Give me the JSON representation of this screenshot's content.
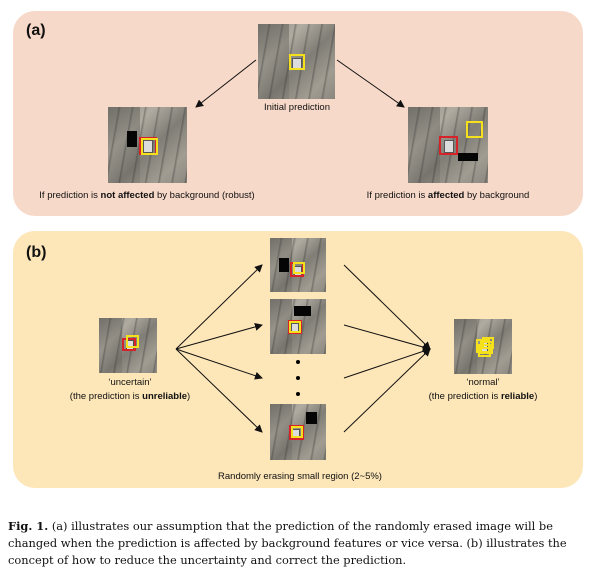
{
  "panel_a": {
    "letter": "(a)",
    "initial_label": "Initial prediction",
    "left_label_pre": "If prediction is ",
    "left_label_bold": "not affected",
    "left_label_post": " by background (robust)",
    "right_label_pre": "If prediction is ",
    "right_label_bold": "affected",
    "right_label_post": " by background"
  },
  "panel_b": {
    "letter": "(b)",
    "uncertain_label": "‘uncertain’",
    "uncertain_sub_pre": "(the prediction is ",
    "uncertain_sub_bold": "unreliable",
    "uncertain_sub_post": ")",
    "normal_label": "‘normal’",
    "normal_sub_pre": "(the prediction is ",
    "normal_sub_bold": "reliable",
    "normal_sub_post": ")",
    "erase_label": "Randomly erasing small region (2~5%)"
  },
  "caption": {
    "fig_label": "Fig. 1.",
    "text": " (a) illustrates our assumption that the prediction of the randomly erased image will be changed when the prediction is affected by background features or vice versa. (b) illustrates the concept of how to reduce the uncertainty and correct the prediction."
  },
  "colors": {
    "panel_a_bg": "#f7d9c9",
    "panel_b_bg": "#fde6b8",
    "box_yellow": "#f4e11b",
    "box_red": "#d8222a"
  }
}
